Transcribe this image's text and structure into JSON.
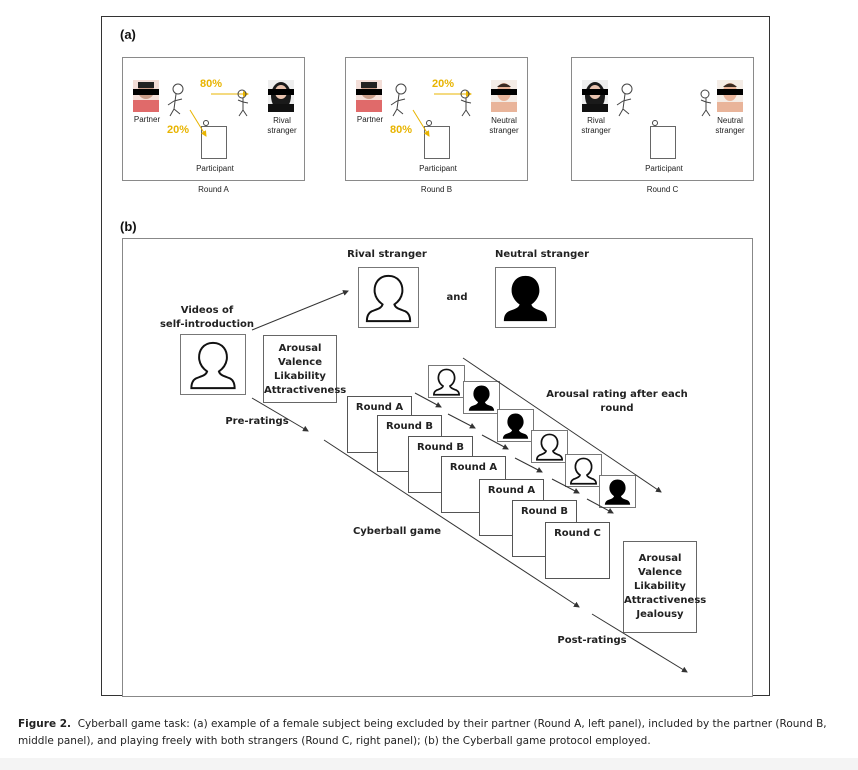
{
  "panel_a": {
    "label": "(a)",
    "rounds": [
      {
        "caption": "Round A",
        "left_player": "Partner",
        "right_player_line1": "Rival",
        "right_player_line2": "stranger",
        "participant": "Participant",
        "to_right_pct": "80%",
        "to_participant_pct": "20%"
      },
      {
        "caption": "Round B",
        "left_player": "Partner",
        "right_player_line1": "Neutral",
        "right_player_line2": "stranger",
        "participant": "Participant",
        "to_right_pct": "20%",
        "to_participant_pct": "80%"
      },
      {
        "caption": "Round C",
        "left_player_line1": "Rival",
        "left_player_line2": "stranger",
        "right_player_line1": "Neutral",
        "right_player_line2": "stranger",
        "participant": "Participant"
      }
    ],
    "arrow_color": "#e8b400"
  },
  "panel_b": {
    "label": "(b)",
    "rival_stranger": "Rival stranger",
    "and": "and",
    "neutral_stranger": "Neutral stranger",
    "videos_line1": "Videos of",
    "videos_line2": "self-introduction",
    "pre_ratings_items": [
      "Arousal",
      "Valence",
      "Likability",
      "Attractiveness"
    ],
    "pre_ratings_label": "Pre-ratings",
    "rounds_sequence": [
      "Round A",
      "Round B",
      "Round B",
      "Round A",
      "Round A",
      "Round B",
      "Round C"
    ],
    "arousal_rating_label": "Arousal rating after each round",
    "arousal_avatars": [
      "outline",
      "filled",
      "filled",
      "outline",
      "outline",
      "filled"
    ],
    "cyberball_label": "Cyberball game",
    "post_ratings_items": [
      "Arousal",
      "Valence",
      "Likability",
      "Attractiveness",
      "Jealousy"
    ],
    "post_ratings_label": "Post-ratings"
  },
  "caption": {
    "figure_label": "Figure 2.",
    "text": "Cyberball game task: (a) example of a female subject being excluded by their partner (Round A, left panel), included by the partner (Round B, middle panel), and playing freely with both strangers (Round C, right panel); (b) the Cyberball game protocol employed."
  }
}
